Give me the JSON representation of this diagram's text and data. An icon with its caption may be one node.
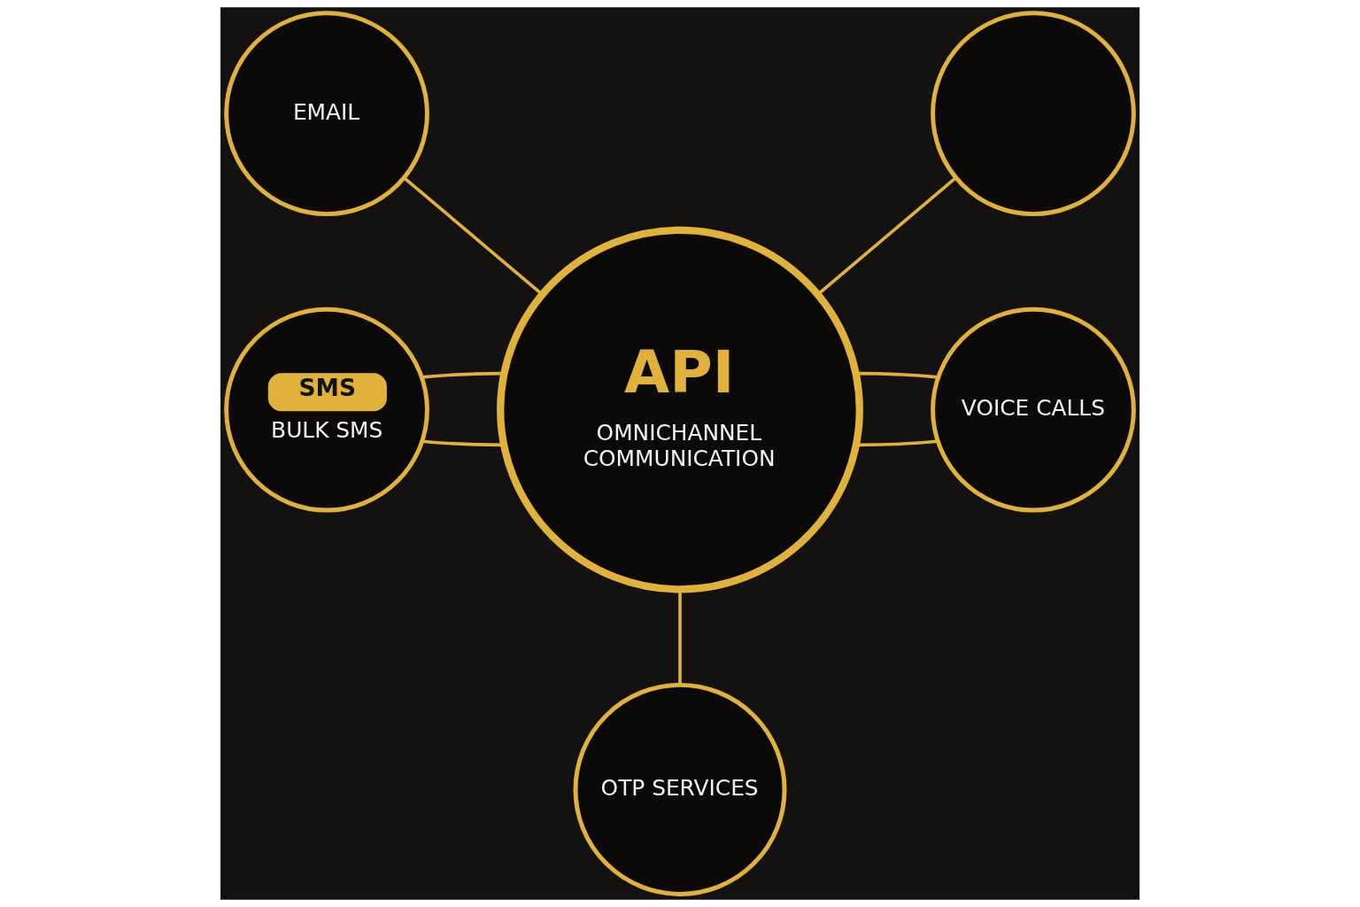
{
  "diagram": {
    "nodes": [
      {
        "text": [
          "EMAIL"
        ]
      },
      {
        "text": [],
        "shape": "circle"
      },
      {
        "text": [
          "API",
          "OMNICHANNEL COMMUNICATION"
        ]
      },
      {
        "text": [
          "SMS",
          "BULK SMS"
        ]
      },
      {
        "text": [
          "VOICE CALLS"
        ]
      },
      {
        "text": [
          "OTP SERVICES"
        ]
      }
    ],
    "edges": [
      {
        "from": 0,
        "to": 2,
        "arrow": "none"
      },
      {
        "from": 2,
        "to": 1,
        "arrow": "none"
      },
      {
        "from": 3,
        "to": 2,
        "arrow": "none"
      },
      {
        "from": 3,
        "to": 2,
        "arrow": "none"
      },
      {
        "from": 2,
        "to": 4,
        "arrow": "none"
      },
      {
        "from": 2,
        "to": 4,
        "arrow": "none"
      },
      {
        "from": 2,
        "to": 5,
        "arrow": "none"
      }
    ]
  }
}
